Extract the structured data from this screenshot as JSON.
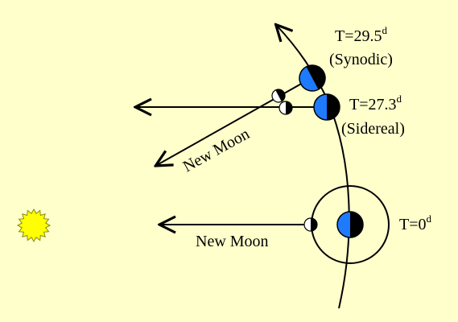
{
  "colors": {
    "background": "#ffffcc",
    "earth_blue": "#1e7bff",
    "sun_yellow": "#ffff00",
    "line": "#000000"
  },
  "labels": {
    "t_synodic_prefix": "T=29.5",
    "t_synodic_sup": "d",
    "synodic": "(Synodic)",
    "t_sidereal_prefix": "T=27.3",
    "t_sidereal_sup": "d",
    "sidereal": "(Sidereal)",
    "t_zero_prefix": "T=0",
    "t_zero_sup": "d",
    "new_moon_top": "New Moon",
    "new_moon_bottom": "New Moon"
  },
  "icons": {
    "sun": "sun-icon",
    "earth": "earth-icon",
    "moon": "moon-icon"
  }
}
